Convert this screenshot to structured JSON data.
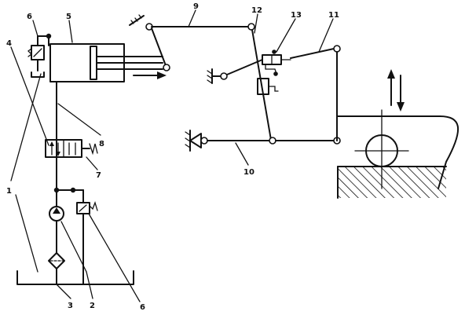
{
  "labels": {
    "n1": "1",
    "n2": "2",
    "n3": "3",
    "n4": "4",
    "n5": "5",
    "n6a": "6",
    "n6b": "6",
    "n7": "7",
    "n8": "8",
    "n9": "9",
    "n10": "10",
    "n11": "11",
    "n12": "12",
    "n13": "13"
  },
  "components": {
    "tank": "tank-icon",
    "filter": "filter-icon",
    "pump": "pump-icon",
    "relief_valve": "relief-valve-icon",
    "directional_valve": "directional-valve-icon",
    "cylinder": "hydraulic-cylinder-icon",
    "throttle_valve": "throttle-valve-icon",
    "servo_valve": "servo-valve-icon",
    "workpiece": "workpiece-icon"
  }
}
